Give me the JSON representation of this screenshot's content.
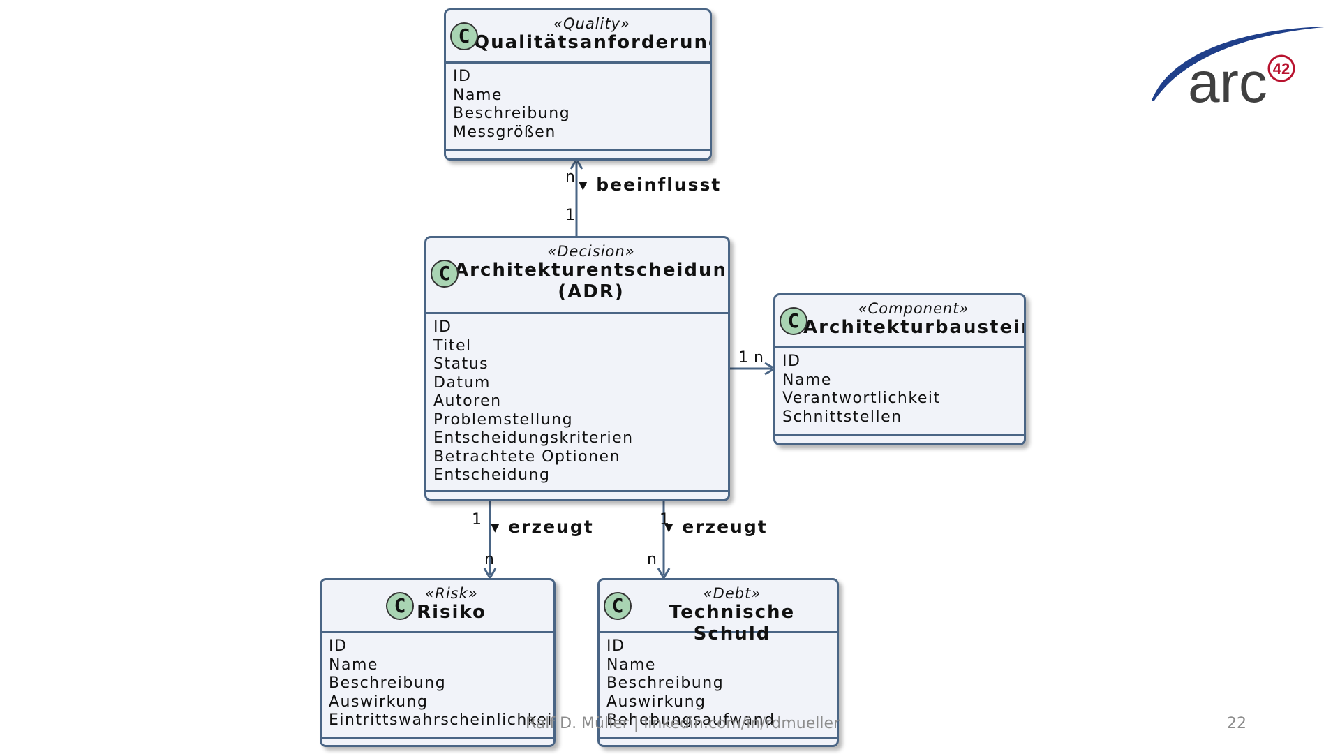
{
  "classes": {
    "quality": {
      "stereotype": "«Quality»",
      "name": "Qualitätsanforderung",
      "attributes": [
        "ID",
        "Name",
        "Beschreibung",
        "Messgrößen"
      ]
    },
    "decision": {
      "stereotype": "«Decision»",
      "name_line1": "Architekturentscheidung",
      "name_line2": "(ADR)",
      "attributes": [
        "ID",
        "Titel",
        "Status",
        "Datum",
        "Autoren",
        "Problemstellung",
        "Entscheidungskriterien",
        "Betrachtete Optionen",
        "Entscheidung"
      ]
    },
    "component": {
      "stereotype": "«Component»",
      "name": "Architekturbaustein",
      "attributes": [
        "ID",
        "Name",
        "Verantwortlichkeit",
        "Schnittstellen"
      ]
    },
    "risk": {
      "stereotype": "«Risk»",
      "name": "Risiko",
      "attributes": [
        "ID",
        "Name",
        "Beschreibung",
        "Auswirkung",
        "Eintrittswahrscheinlichkeit"
      ]
    },
    "debt": {
      "stereotype": "«Debt»",
      "name": "Technische Schuld",
      "attributes": [
        "ID",
        "Name",
        "Beschreibung",
        "Auswirkung",
        "Behebungsaufwand"
      ]
    }
  },
  "class_icon_letter": "C",
  "relations": {
    "influences": {
      "label": "▾ beeinflusst",
      "mult_source": "1",
      "mult_target": "n"
    },
    "component_link": {
      "mult_source": "1",
      "mult_target": "n"
    },
    "creates_risk": {
      "label": "▾ erzeugt",
      "mult_source": "1",
      "mult_target": "n"
    },
    "creates_debt": {
      "label": "▾ erzeugt",
      "mult_source": "1",
      "mult_target": "n"
    }
  },
  "footer": {
    "author": "Ralf D. Müller | linkedin.com/in/rdmueller",
    "page_number": "22"
  },
  "logo": {
    "text": "arc",
    "badge": "42"
  },
  "colors": {
    "class_fill": "#f1f3f9",
    "class_border": "#4a6585",
    "icon_fill": "#a9d4b3",
    "logo_arc": "#1f3f8a",
    "logo_badge": "#b8122e"
  }
}
